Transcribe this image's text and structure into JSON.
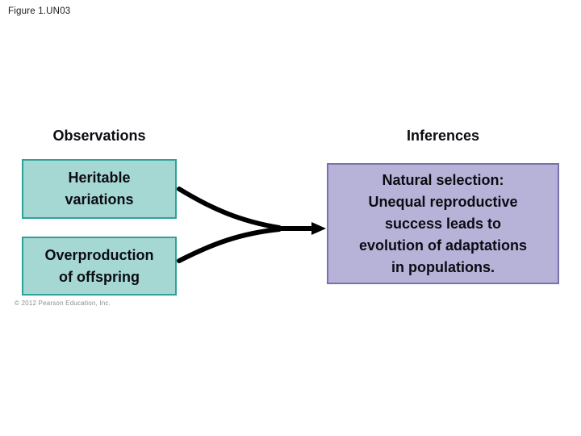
{
  "figure_label": "Figure 1.UN03",
  "observations": {
    "heading": "Observations",
    "boxes": [
      {
        "text": "Heritable\nvariations"
      },
      {
        "text": "Overproduction\nof offspring"
      }
    ]
  },
  "inferences": {
    "heading": "Inferences",
    "boxes": [
      {
        "text": "Natural selection:\nUnequal reproductive\nsuccess leads to\nevolution of adaptations\nin populations."
      }
    ]
  },
  "arrow": {
    "meaning": "observations-merge-into-inference"
  },
  "copyright": "© 2012 Pearson Education, Inc.",
  "colors": {
    "observation_box_fill": "#a5d7d3",
    "observation_box_border": "#2fa09a",
    "inference_box_fill": "#b7b2d8",
    "inference_box_border": "#7a72ab",
    "arrow": "#000000",
    "text": "#0b0b12",
    "background": "#ffffff"
  }
}
